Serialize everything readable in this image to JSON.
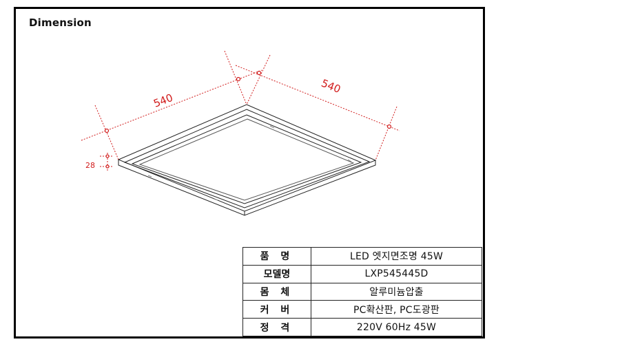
{
  "title": "Dimension",
  "dimensions": {
    "width_left": "540",
    "width_right": "540",
    "height": "28"
  },
  "spec": [
    {
      "label": "품 명",
      "value": "LED 엣지면조명 45W"
    },
    {
      "label": "모델명",
      "value": "LXP545445D"
    },
    {
      "label": "몸 체",
      "value": "알루미늄압출"
    },
    {
      "label": "커 버",
      "value": "PC확산판, PC도광판"
    },
    {
      "label": "정 격",
      "value": "220V 60Hz 45W"
    }
  ],
  "colors": {
    "dimension": "#d11b1b",
    "outline": "#222222"
  }
}
